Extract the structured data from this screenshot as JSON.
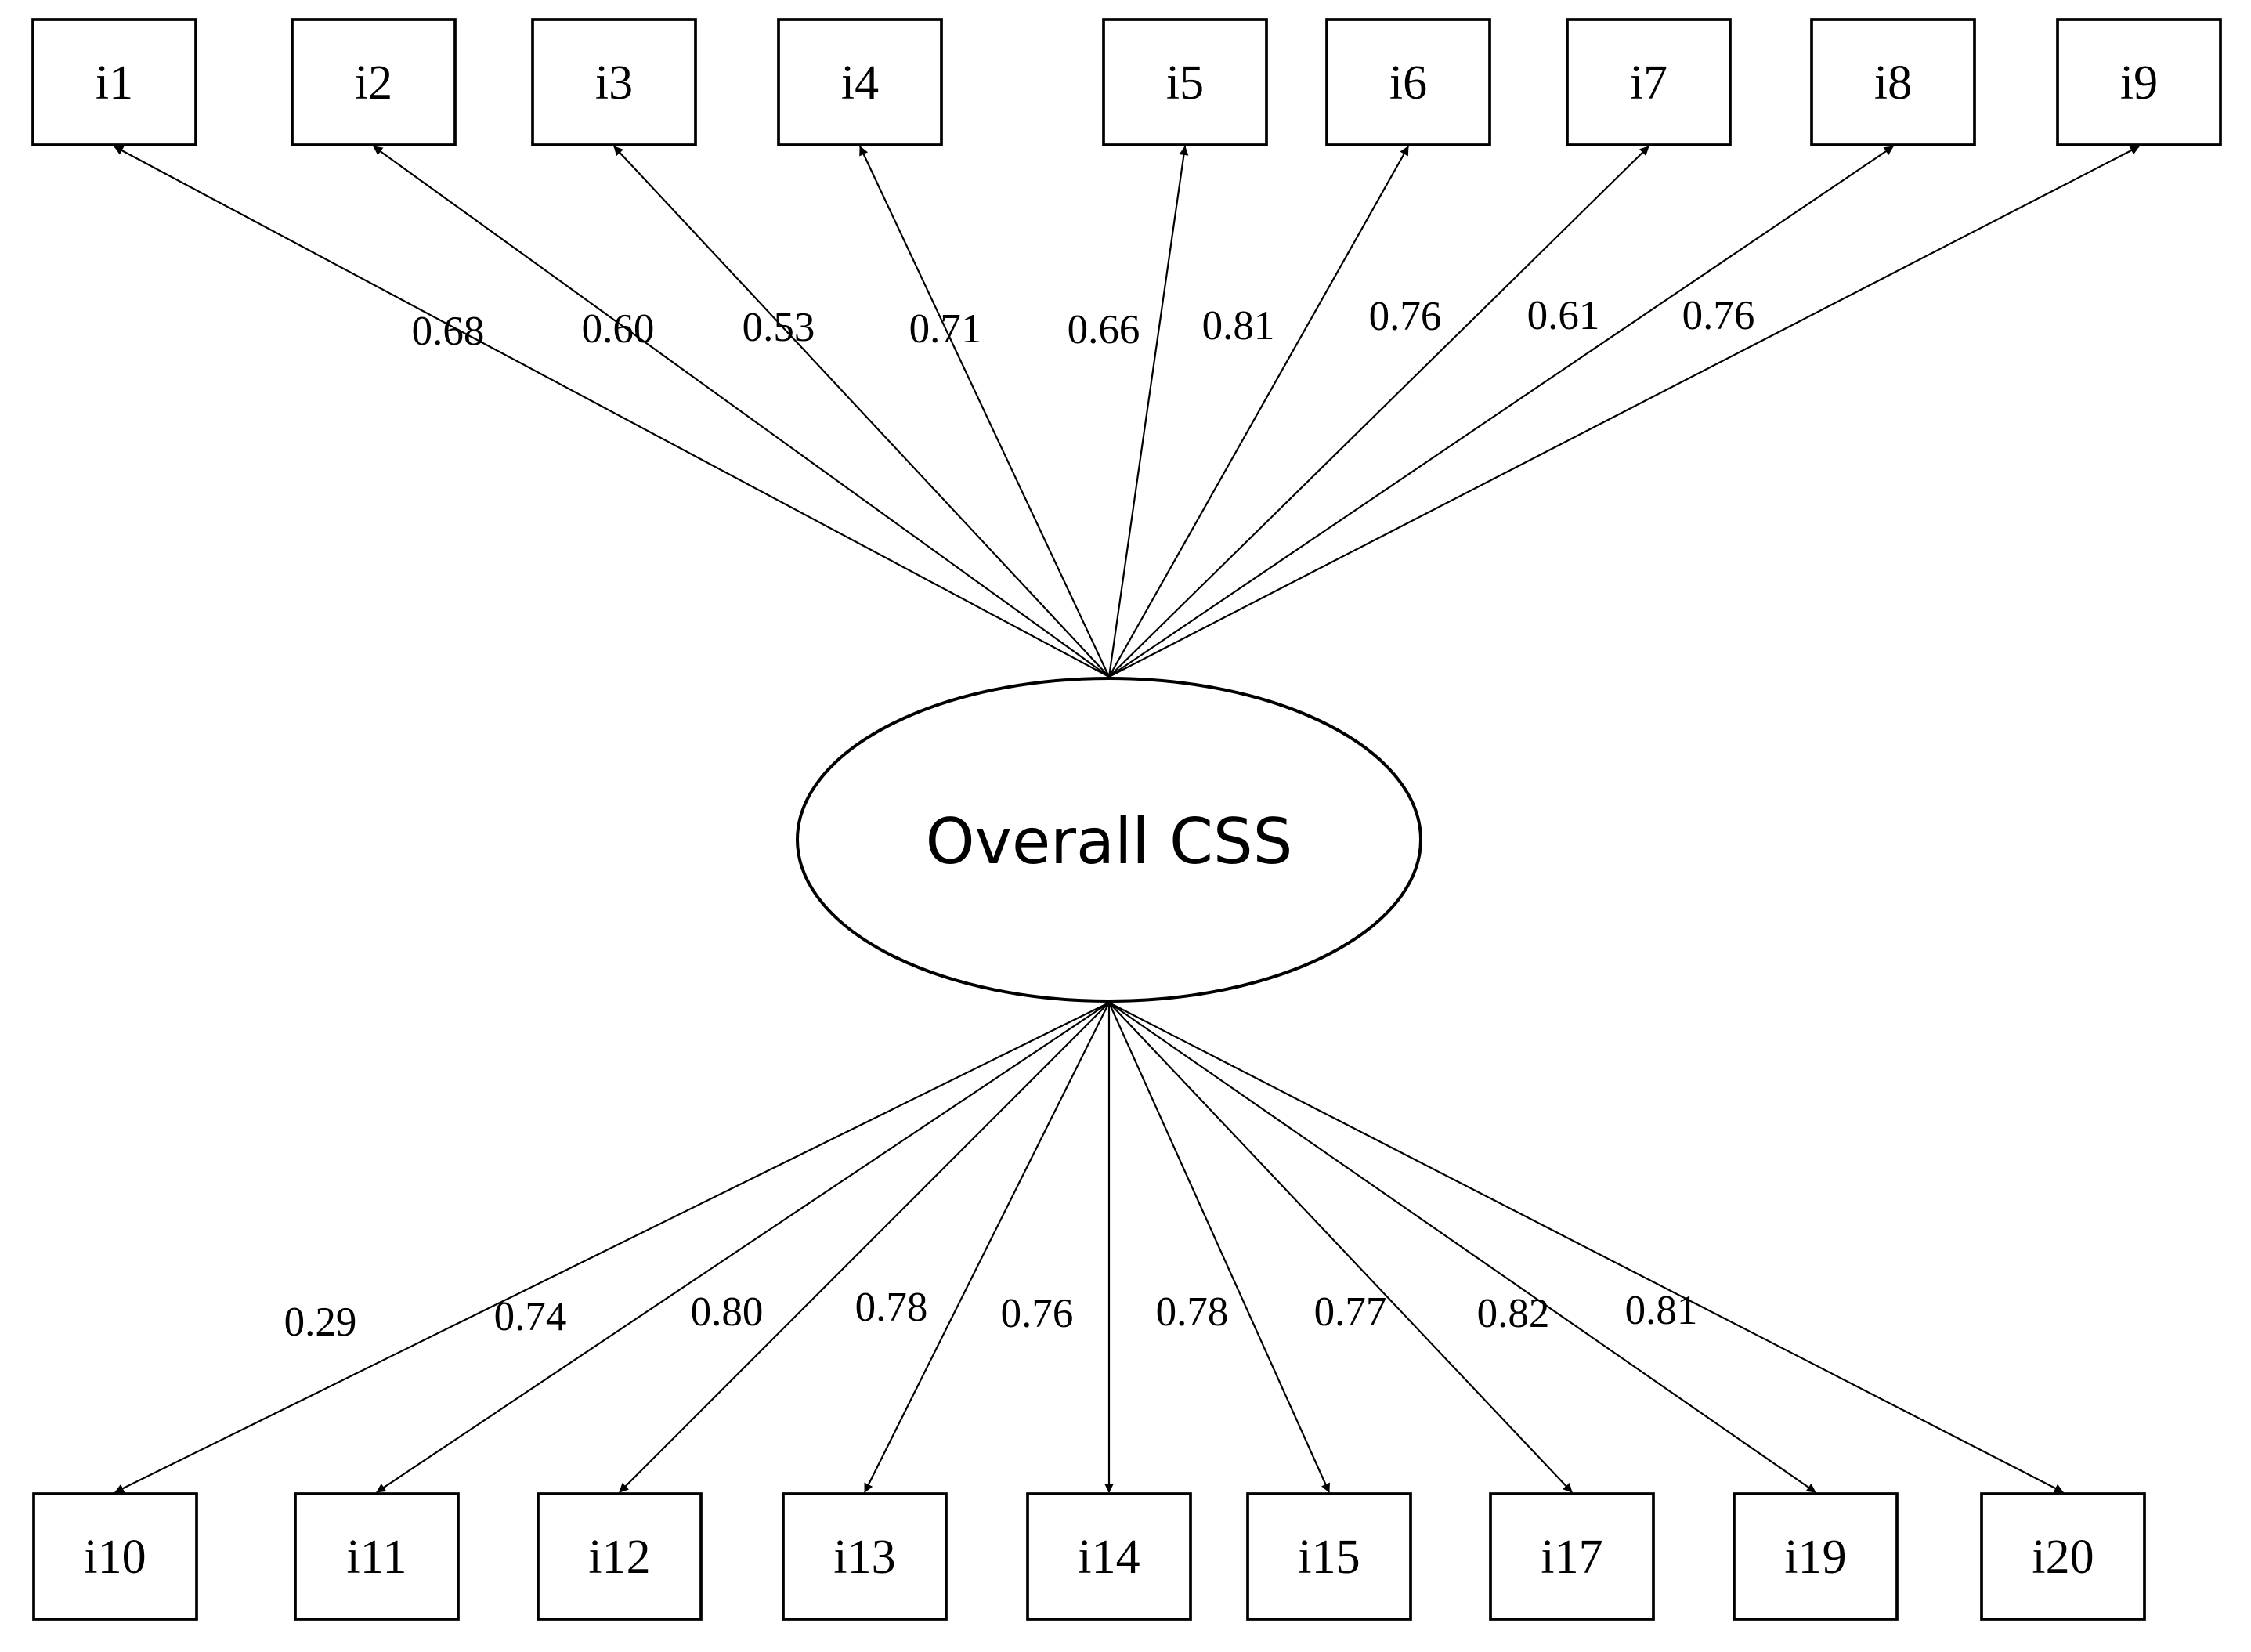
{
  "factor": {
    "label": "Overall CSS"
  },
  "top_items": [
    {
      "label": "i1",
      "loading": "0.68"
    },
    {
      "label": "i2",
      "loading": "0.60"
    },
    {
      "label": "i3",
      "loading": "0.53"
    },
    {
      "label": "i4",
      "loading": "0.71"
    },
    {
      "label": "i5",
      "loading": "0.66"
    },
    {
      "label": "i6",
      "loading": "0.81"
    },
    {
      "label": "i7",
      "loading": "0.76"
    },
    {
      "label": "i8",
      "loading": "0.61"
    },
    {
      "label": "i9",
      "loading": "0.76"
    }
  ],
  "bottom_items": [
    {
      "label": "i10",
      "loading": "0.29"
    },
    {
      "label": "i11",
      "loading": "0.74"
    },
    {
      "label": "i12",
      "loading": "0.80"
    },
    {
      "label": "i13",
      "loading": "0.78"
    },
    {
      "label": "i14",
      "loading": "0.76"
    },
    {
      "label": "i15",
      "loading": "0.78"
    },
    {
      "label": "i17",
      "loading": "0.77"
    },
    {
      "label": "i19",
      "loading": "0.82"
    },
    {
      "label": "i20",
      "loading": "0.81"
    }
  ]
}
